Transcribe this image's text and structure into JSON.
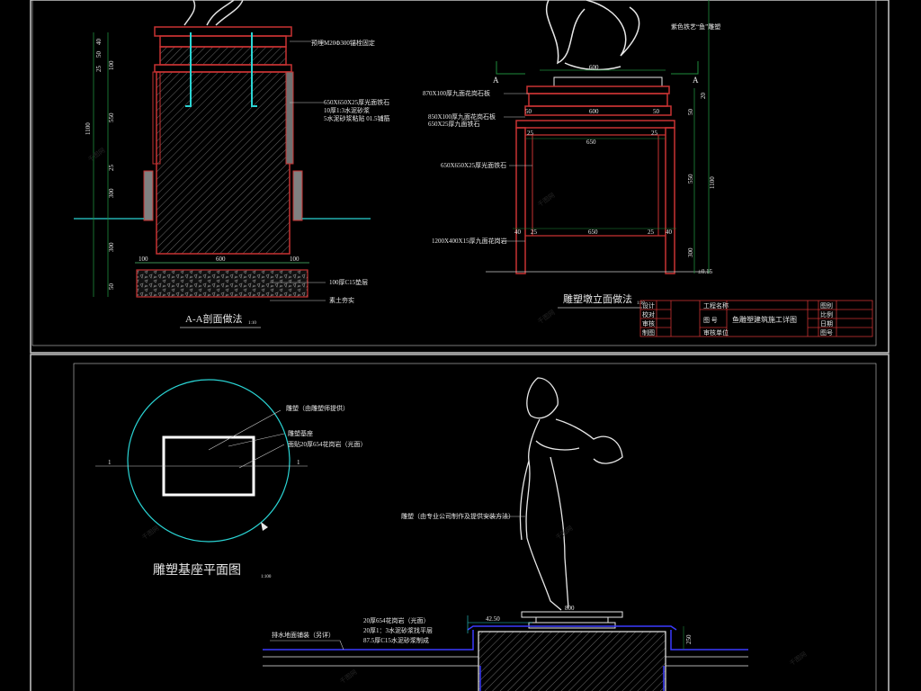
{
  "colors": {
    "background": "#000000",
    "frame": "#c8c8c8",
    "outline": "#c83232",
    "dim": "#1e8c3c",
    "cyan": "#2ad4d4",
    "label": "#e8e8e8",
    "hatch": "#707070",
    "blue": "#3a3aff",
    "watermark": "#2a2a2a"
  },
  "section_aa": {
    "title": "A-A剖面做法",
    "scale": "1:10",
    "dims_v": [
      "40",
      "50",
      "100",
      "25",
      "1100",
      "550",
      "25",
      "300",
      "300",
      "50"
    ],
    "dims_h": [
      "100",
      "600",
      "100"
    ],
    "notes": [
      "预埋M20Φ300锚栓固定",
      "650X650X25厚光面铁石",
      "10厚1:3水泥砂浆",
      "5水泥砂浆粘贴 01.5铺筋",
      "100厚C15垫层",
      "素土夯实"
    ]
  },
  "elevation": {
    "title": "雕塑墩立面做法",
    "scale": "1:10",
    "top_note": "紫色铁艺“鱼”雕塑",
    "marker_a": "A",
    "dims_h": [
      "600",
      "50",
      "600",
      "50",
      "25",
      "650",
      "25",
      "40",
      "25",
      "650",
      "25",
      "40"
    ],
    "dims_v": [
      "20",
      "50",
      "550",
      "1100",
      "300"
    ],
    "notes": [
      "870X100厚九面花岗石板",
      "850X100厚九面花岗石板",
      "650X25厚九面铁石",
      "650X650X25厚光面铁石",
      "1200X400X15厚九面花岗岩"
    ],
    "level": "±0.15"
  },
  "title_block": {
    "project_label": "工程名称",
    "drawing_no": "图 号",
    "drawing_name": "鱼雕塑建筑施工详图",
    "rows": [
      "设计",
      "校对",
      "审核",
      "制图"
    ],
    "right_rows": [
      "图别",
      "比例",
      "日期",
      "图号"
    ],
    "date_label": "日期",
    "check_label": "审核单位"
  },
  "plan": {
    "title": "雕塑基座平面图",
    "scale": "1:100",
    "marker": "1",
    "notes": [
      "雕塑（由雕塑师提供）",
      "雕塑基座",
      "面贴20厚654花岗岩（光面）"
    ]
  },
  "statue": {
    "note": "雕塑（由专业公司制作及提供安装方法）",
    "dim_top": "42.50",
    "dim_base": "800",
    "dim_right": "250",
    "base_notes": [
      "20厚654花岗岩（光面）",
      "20厚1：3水泥砂浆找平层",
      "87.5厚C15水泥砂浆制成"
    ],
    "left_note": "排水地面铺装（另详）"
  },
  "watermark": "千图网"
}
